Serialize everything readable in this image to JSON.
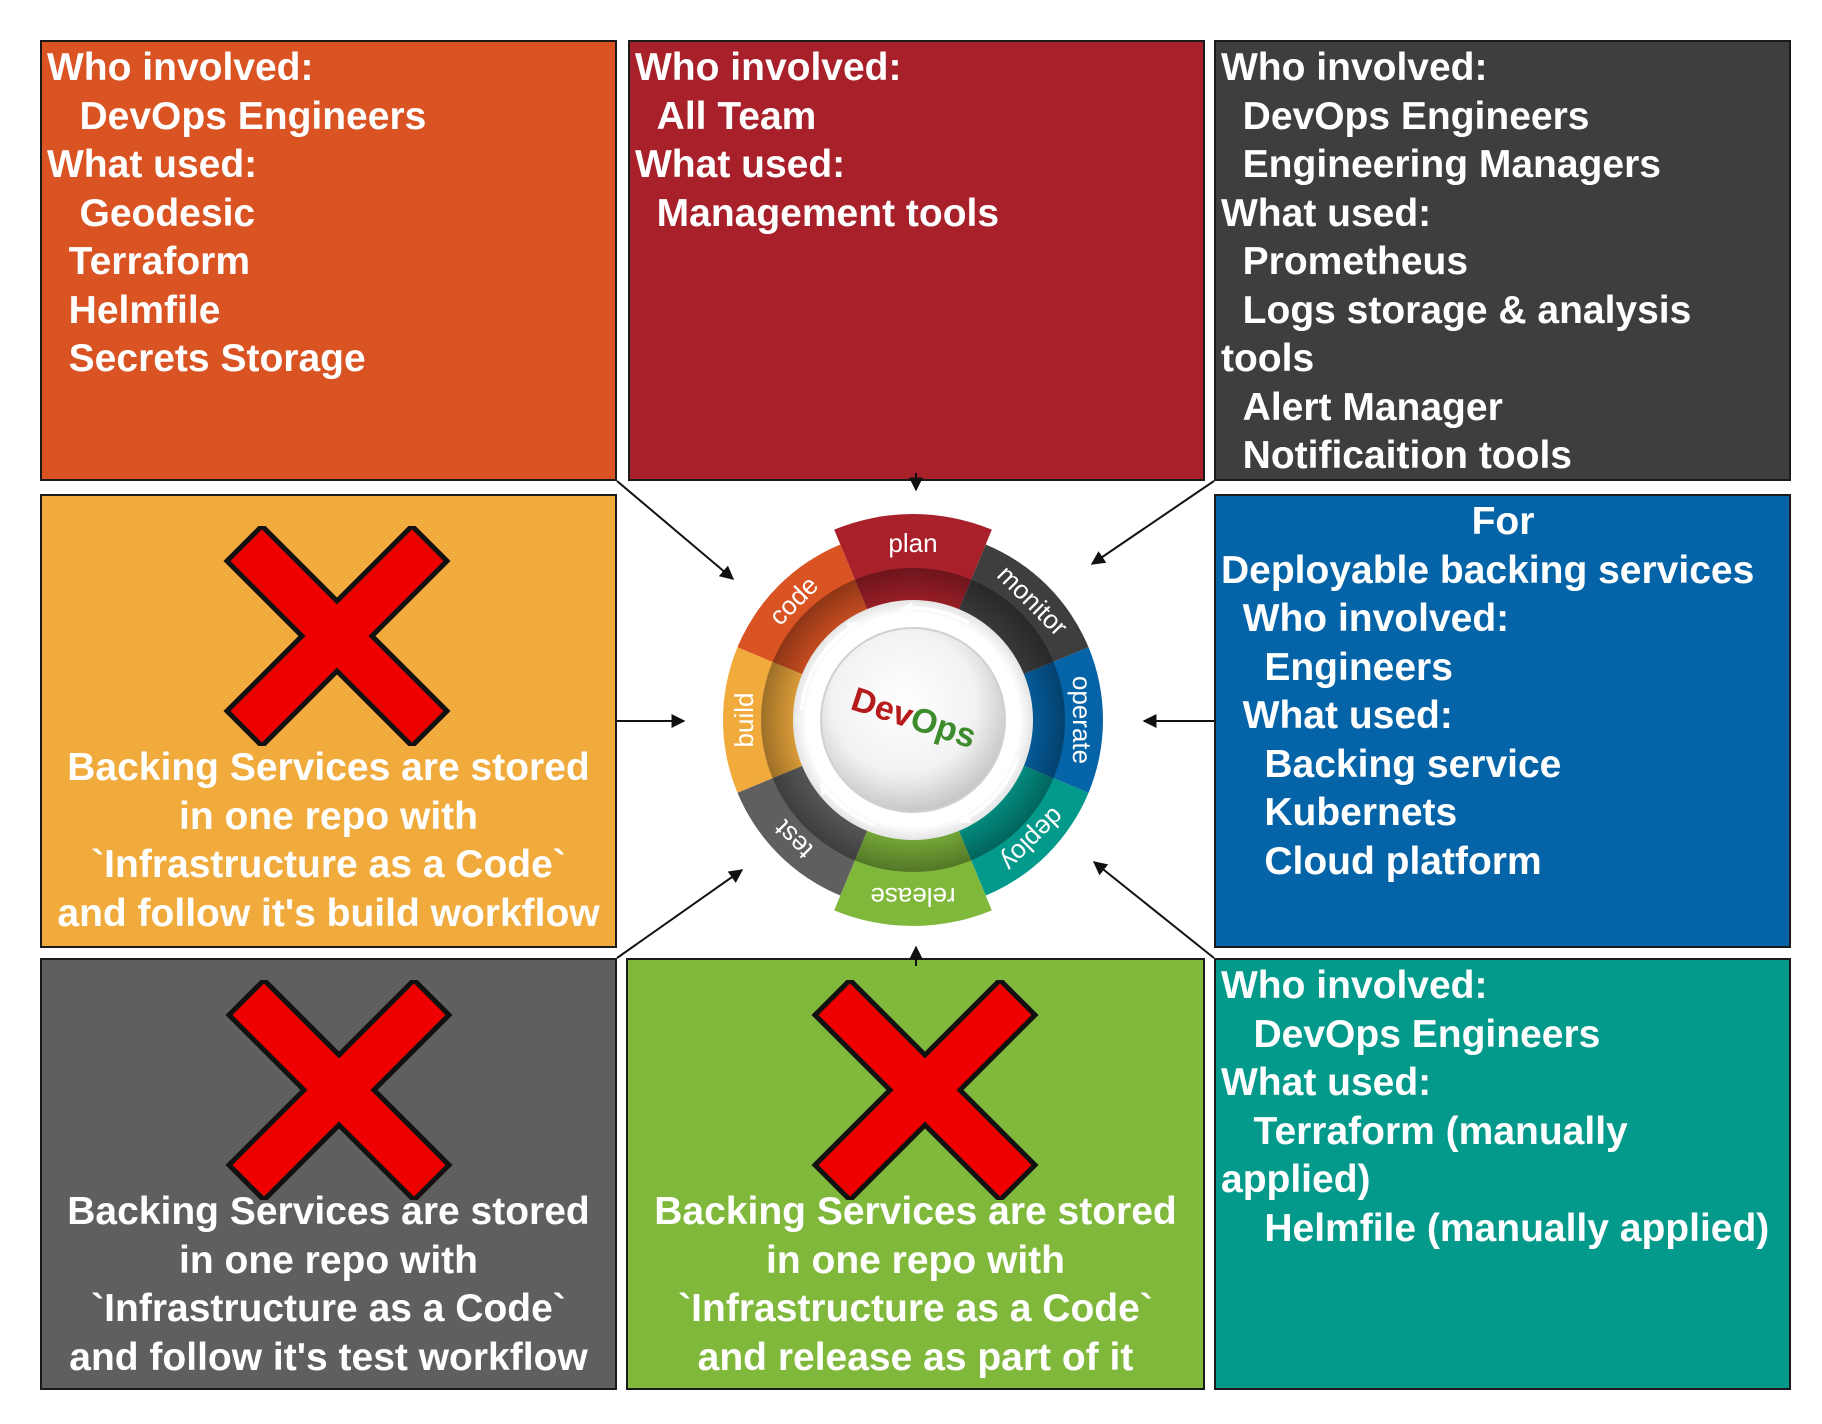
{
  "colors": {
    "code": "#d95323",
    "plan": "#a8202a",
    "monitor": "#3e3e3e",
    "build": "#f1ab3d",
    "operate": "#0564a8",
    "test": "#5f5f5f",
    "release": "#80b83c",
    "deploy": "#039a8c",
    "cross": "#ee0000",
    "devops_red": "#b71c1c",
    "devops_green": "#3c8c2d"
  },
  "wheel": {
    "center": "DevOps",
    "center_part1": "Dev",
    "center_part2": "Ops",
    "segments": [
      "plan",
      "monitor",
      "operate",
      "deploy",
      "release",
      "test",
      "build",
      "code"
    ]
  },
  "boxes": {
    "code": {
      "lines": [
        "Who involved:",
        "   DevOps Engineers",
        "What used:",
        "   Geodesic",
        "  Terraform",
        "  Helmfile",
        "  Secrets Storage"
      ]
    },
    "plan": {
      "lines": [
        "Who involved:",
        "  All Team",
        "What used:",
        "  Management tools"
      ]
    },
    "monitor": {
      "lines": [
        "Who involved:",
        "  DevOps Engineers",
        "  Engineering Managers",
        "What used:",
        "  Prometheus",
        "  Logs storage & analysis",
        "tools",
        "  Alert Manager",
        "  Notificaition tools"
      ]
    },
    "operate": {
      "lines": [
        "For",
        "Deployable backing services",
        "  Who involved:",
        "    Engineers",
        "  What used:",
        "    Backing service",
        "    Kubernets",
        "    Cloud platform"
      ]
    },
    "deploy": {
      "lines": [
        "Who involved:",
        "   DevOps Engineers",
        "What used:",
        "   Terraform (manually",
        "applied)",
        "    Helmfile (manually applied)"
      ]
    },
    "build": {
      "caption": [
        "Backing Services are stored",
        "in one repo with",
        "`Infrastructure as a Code`",
        "and follow it's build workflow"
      ]
    },
    "test": {
      "caption": [
        "Backing Services are stored",
        "in one repo with",
        "`Infrastructure as a Code`",
        "and follow it's test workflow"
      ]
    },
    "release": {
      "caption": [
        "Backing Services are stored",
        "in one repo with",
        "`Infrastructure as a Code`",
        "and release as part of it"
      ]
    }
  }
}
